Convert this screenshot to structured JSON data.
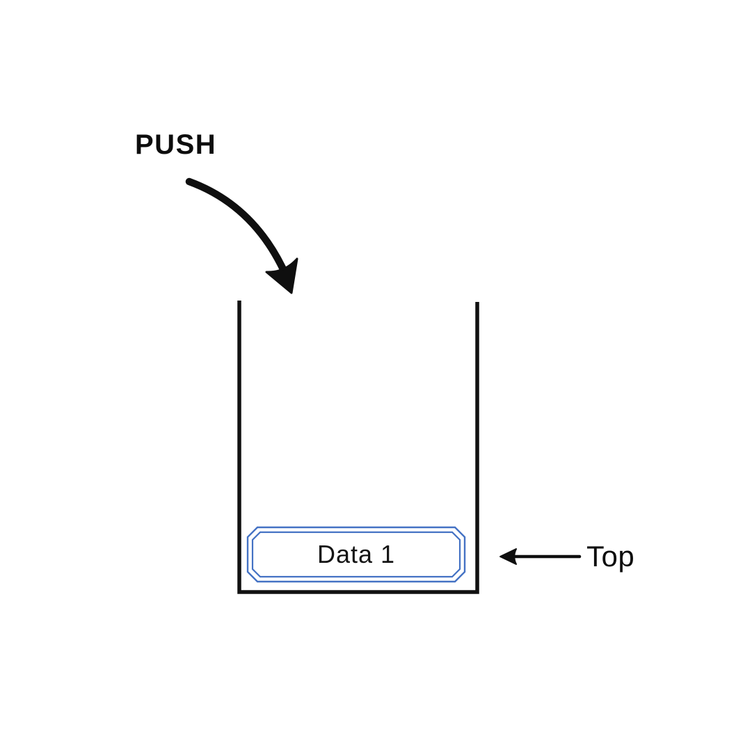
{
  "diagram": {
    "type": "stack-push-illustration",
    "push_label": "PUSH",
    "top_label": "Top",
    "stack_items": [
      {
        "label": "Data 1"
      }
    ],
    "colors": {
      "background": "#ffffff",
      "line": "#0f0f0f",
      "item_border": "#4472C4",
      "text": "#141414"
    }
  }
}
